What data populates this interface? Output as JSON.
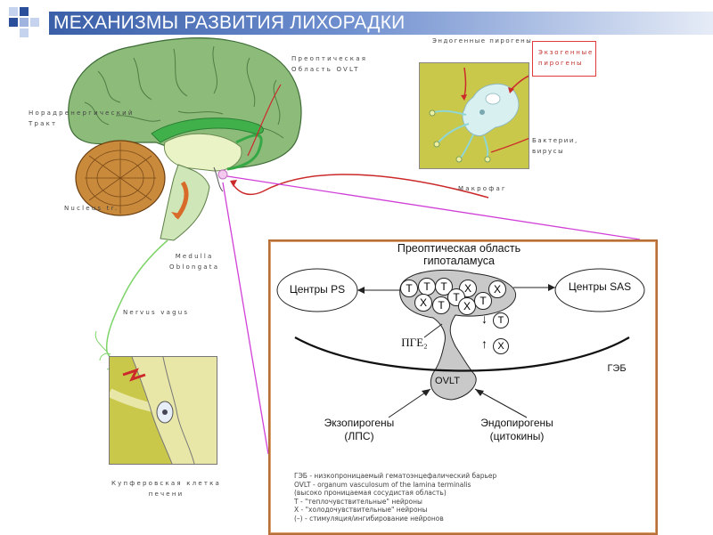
{
  "header": {
    "title": "МЕХАНИЗМЫ РАЗВИТИЯ ЛИХОРАДКИ"
  },
  "brain_labels": {
    "preoptic": "Преоптическая\nОбласть OVLT",
    "noradrenergic": "Норадренергический\nТракт",
    "nucleus": "Nucleus tr.",
    "medulla": "Medulla\nOblongata",
    "vagus": "Nervus vagus",
    "kupffer": "Купферовская клетка\nпечени"
  },
  "macrophage_inset": {
    "endogenous": "Эндогенные пирогены",
    "exogenous": "Экзогенные\nпирогены",
    "bacteria": "Бактерии,\nвирусы",
    "caption": "Макрофаг"
  },
  "hypothalamus_diagram": {
    "title": "Преоптическая область\nгипоталамуса",
    "centers_ps": "Центры PS",
    "centers_sas": "Центры SAS",
    "neuron_T": "T",
    "neuron_X": "X",
    "pge": "ПГЕ₂",
    "down_arrow": "↓",
    "up_arrow": "↑",
    "bbb": "ГЭБ",
    "ovlt": "OVLT",
    "exopyrogens": "Экзопирогены\n(ЛПС)",
    "endopyrogens": "Эндопирогены\n(цитокины)"
  },
  "legend": [
    "ГЭБ - низкопроницаемый гематоэнцефалический барьер",
    "OVLT - organum vasculosum of the lamina terminalis",
    "(высоко проницаемая сосудистая область)",
    "T - \"теплочувствительные\" нейроны",
    "X - \"холодочувствительные\" нейроны",
    "(–) - стимуляция/ингибирование нейронов"
  ],
  "colors": {
    "title_bar": "#3a5fa8",
    "cortex": "#8dbb7a",
    "cerebellum": "#c98a3c",
    "corpus_callosum": "#3fb04a",
    "inset_fill": "#c9c84a",
    "macrophage": "#d8f0f0",
    "frame": "#b8703a",
    "arrow_red": "#cc2a2a",
    "arrow_magenta": "#d040d8",
    "nerve_green": "#7ed46a"
  }
}
